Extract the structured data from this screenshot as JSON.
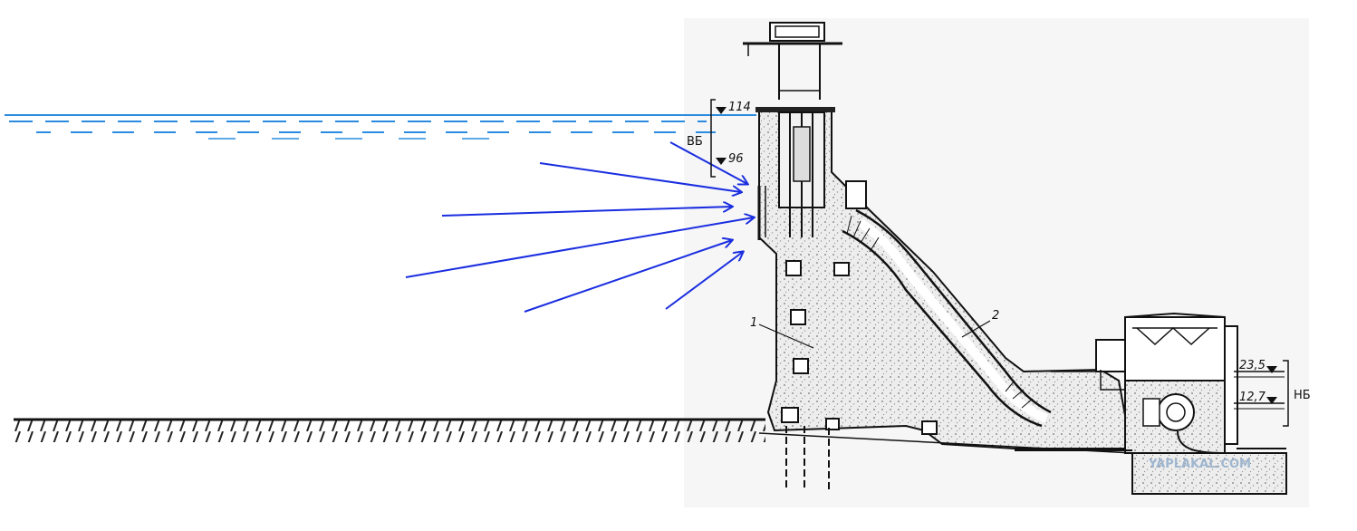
{
  "diagram": {
    "upstream_levels": {
      "top": "114",
      "bottom": "96",
      "bracket_label": "ВБ"
    },
    "downstream_levels": {
      "top": "23,5",
      "bottom": "12,7",
      "bracket_label": "НБ"
    },
    "callouts": {
      "dam_body": "1",
      "penstock": "2"
    },
    "watermark": "YAPLAKAL.COM",
    "colors": {
      "water_line": "#2a8be0",
      "arrows": "#1a2ee0",
      "ink": "#111111",
      "concrete": "#e9e9e9"
    }
  }
}
